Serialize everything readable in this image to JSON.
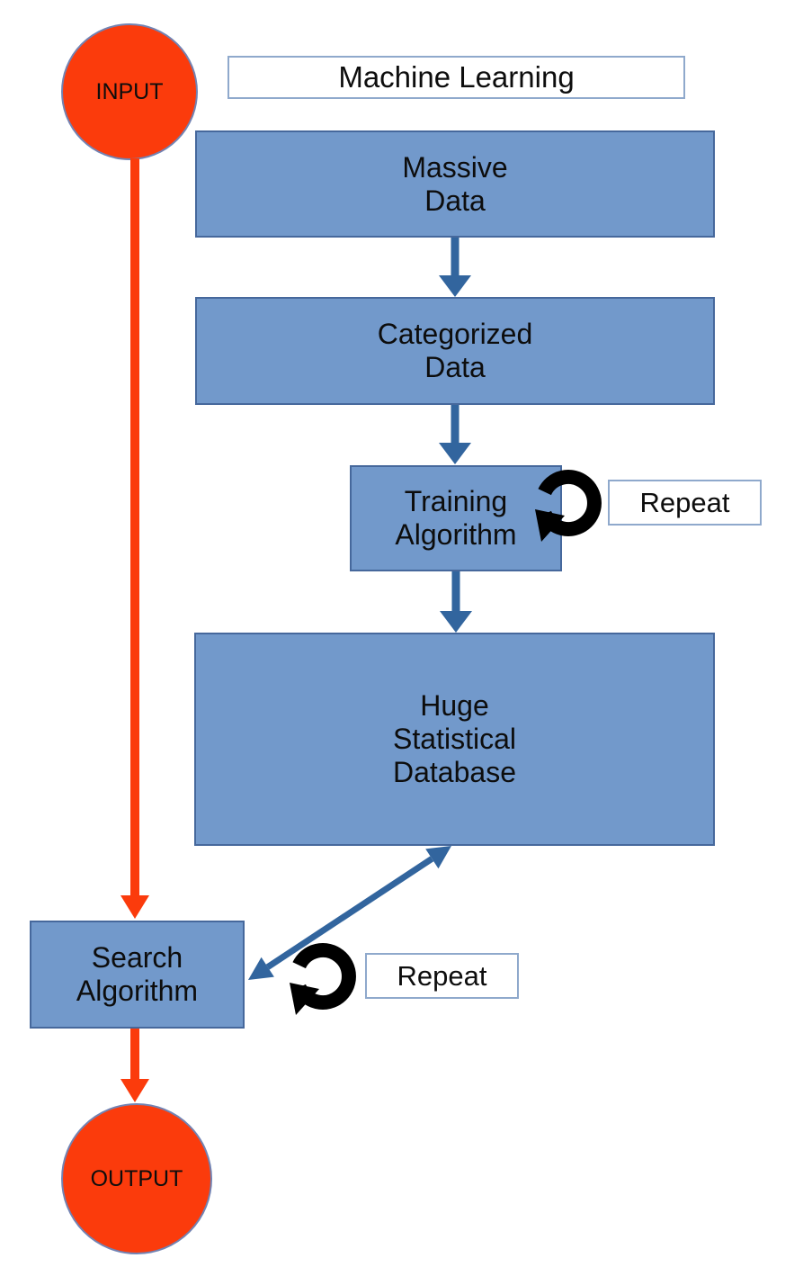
{
  "title": {
    "label": "Machine Learning"
  },
  "nodes": {
    "input": {
      "label": "INPUT"
    },
    "massive": {
      "line1": "Massive",
      "line2": "Data"
    },
    "categorized": {
      "line1": "Categorized",
      "line2": "Data"
    },
    "training": {
      "line1": "Training",
      "line2": "Algorithm"
    },
    "database": {
      "line1": "Huge",
      "line2": "Statistical",
      "line3": "Database"
    },
    "search": {
      "line1": "Search",
      "line2": "Algorithm"
    },
    "output": {
      "label": "OUTPUT"
    }
  },
  "repeat1": {
    "label": "Repeat"
  },
  "repeat2": {
    "label": "Repeat"
  },
  "icons": {
    "repeat_cycle_glyph": "↻",
    "repeat_cycle_name": "circular-rotation-arrow"
  },
  "edges": [
    {
      "from": "INPUT",
      "to": "Search Algorithm",
      "color": "orange",
      "bidirectional": false
    },
    {
      "from": "Massive Data",
      "to": "Categorized Data",
      "color": "blue",
      "bidirectional": false
    },
    {
      "from": "Categorized Data",
      "to": "Training Algorithm",
      "color": "blue",
      "bidirectional": false
    },
    {
      "from": "Training Algorithm",
      "to": "Huge Statistical Database",
      "color": "blue",
      "bidirectional": false
    },
    {
      "from": "Search Algorithm",
      "to": "Huge Statistical Database",
      "color": "blue",
      "bidirectional": true
    },
    {
      "from": "Search Algorithm",
      "to": "OUTPUT",
      "color": "orange",
      "bidirectional": false
    }
  ],
  "colors": {
    "node_fill": "#7299cb",
    "node_border": "#46689c",
    "arrow_blue": "#32659e",
    "orange": "#fb3b0c",
    "circle_border": "#7283b3",
    "label_border": "#8fa9cc",
    "icon_black": "#000000",
    "text": "#0d0d0d"
  }
}
